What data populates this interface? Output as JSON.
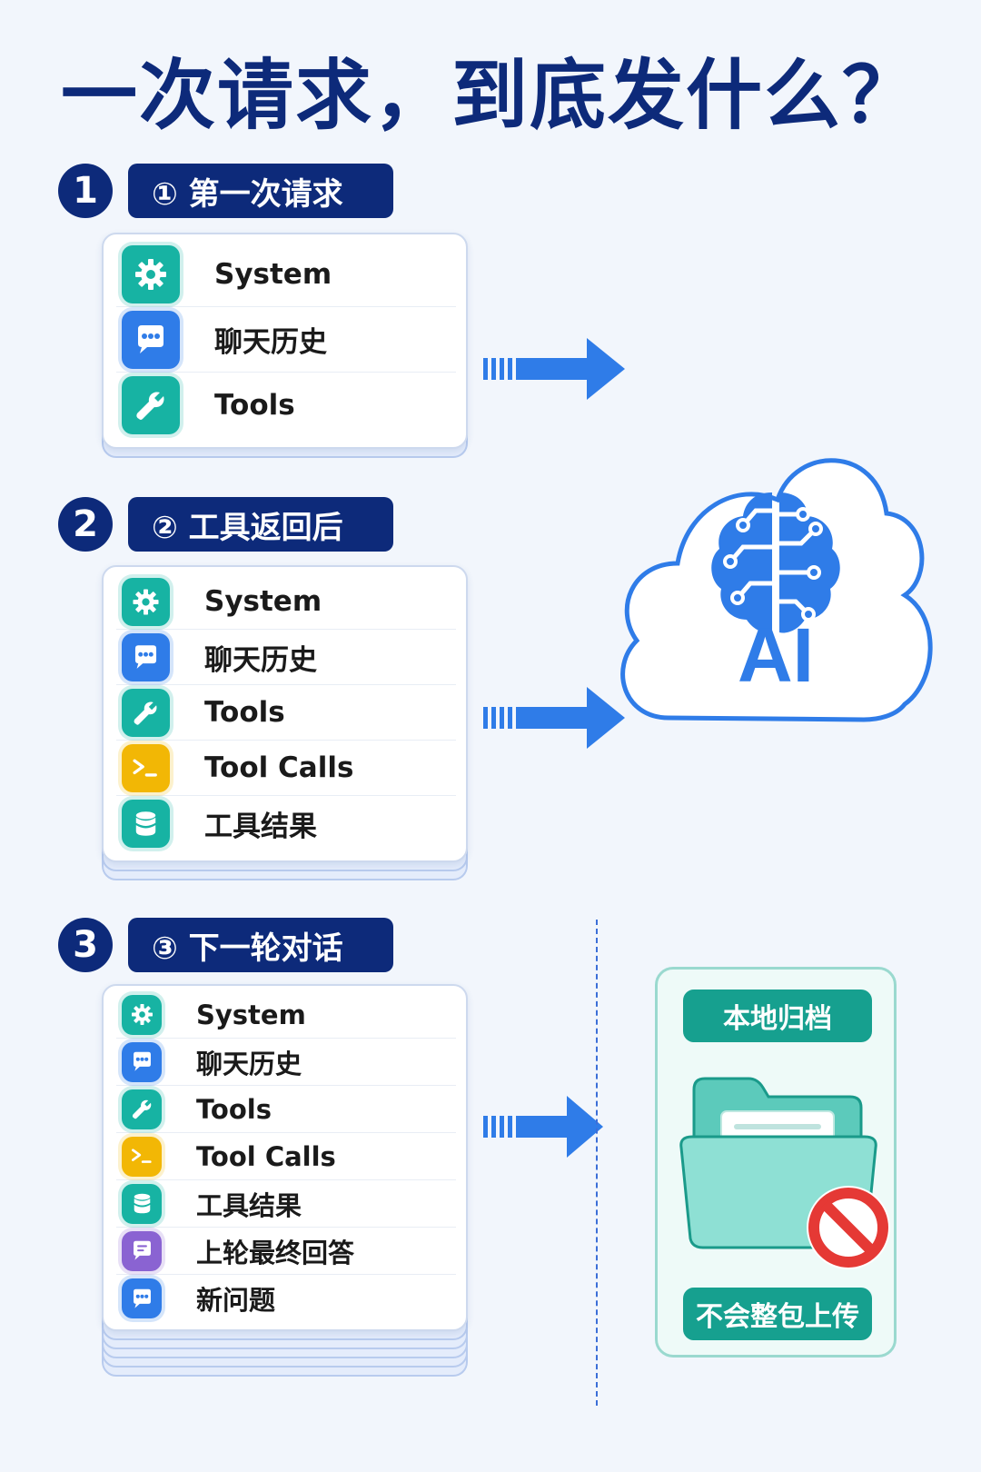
{
  "title": "一次请求，到底发什么？",
  "steps": [
    {
      "number": "1",
      "label": "① 第一次请求",
      "items": [
        {
          "icon": "gear-icon",
          "color": "#17b3a3",
          "label": "System"
        },
        {
          "icon": "chat-icon",
          "color": "#2f7ce8",
          "label": "聊天历史"
        },
        {
          "icon": "wrench-icon",
          "color": "#17b3a3",
          "label": "Tools"
        }
      ]
    },
    {
      "number": "2",
      "label": "② 工具返回后",
      "items": [
        {
          "icon": "gear-icon",
          "color": "#17b3a3",
          "label": "System"
        },
        {
          "icon": "chat-icon",
          "color": "#2f7ce8",
          "label": "聊天历史"
        },
        {
          "icon": "wrench-icon",
          "color": "#17b3a3",
          "label": "Tools"
        },
        {
          "icon": "terminal-icon",
          "color": "#f2b705",
          "label": "Tool Calls"
        },
        {
          "icon": "database-icon",
          "color": "#17b3a3",
          "label": "工具结果"
        }
      ]
    },
    {
      "number": "3",
      "label": "③ 下一轮对话",
      "items": [
        {
          "icon": "gear-icon",
          "color": "#17b3a3",
          "label": "System"
        },
        {
          "icon": "chat-icon",
          "color": "#2f7ce8",
          "label": "聊天历史"
        },
        {
          "icon": "wrench-icon",
          "color": "#17b3a3",
          "label": "Tools"
        },
        {
          "icon": "terminal-icon",
          "color": "#f2b705",
          "label": "Tool Calls"
        },
        {
          "icon": "database-icon",
          "color": "#17b3a3",
          "label": "工具结果"
        },
        {
          "icon": "message-icon",
          "color": "#8a63d2",
          "label": "上轮最终回答"
        },
        {
          "icon": "chat-icon",
          "color": "#2f7ce8",
          "label": "新问题"
        }
      ]
    }
  ],
  "ai": {
    "label": "AI",
    "icon": "brain-circuit-icon"
  },
  "archive": {
    "top_label": "本地归档",
    "bottom_label": "不会整包上传",
    "icon": "folder-icon",
    "badge_icon": "prohibited-icon"
  },
  "colors": {
    "navy": "#0d2a7a",
    "blue": "#2f7ce8",
    "teal": "#17b3a3",
    "yellow": "#f2b705",
    "purple": "#8a63d2",
    "red": "#e53935"
  }
}
